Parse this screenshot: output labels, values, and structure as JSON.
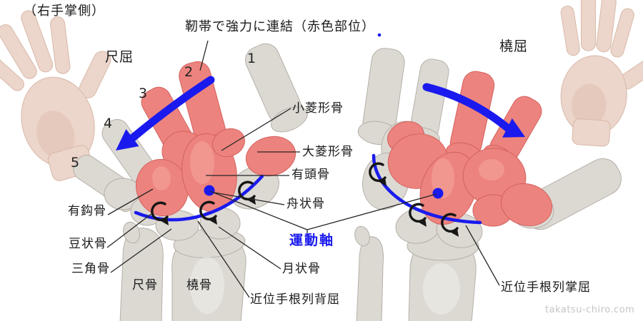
{
  "header": {
    "view_side": "（右手掌側）",
    "ligament_note": "靭帯で強力に連結",
    "ligament_note_red": "（赤色部位）"
  },
  "motion": {
    "ulnar": "尺屈",
    "radial": "橈屈",
    "axis": "運動軸"
  },
  "metacarpal_numbers": [
    "1",
    "2",
    "3",
    "4",
    "5"
  ],
  "bones": {
    "trapezoid": "小菱形骨",
    "trapezium": "大菱形骨",
    "capitate": "有頭骨",
    "scaphoid": "舟状骨",
    "hamate": "有鈎骨",
    "pisiform": "豆状骨",
    "triquetrum": "三角骨",
    "lunate": "月状骨",
    "ulna": "尺骨",
    "radius": "橈骨"
  },
  "motion_notes": {
    "proximal_row_dorsiflexion": "近位手根列背屈",
    "proximal_row_palmarflexion": "近位手根列掌屈"
  },
  "watermark": "takatsu-chiro.com",
  "colors": {
    "highlight_red": "#ed837e",
    "bone_gray": "#dcd9d3",
    "ink_blue": "#1a1aee",
    "red_text": "#e83030",
    "label_black": "#1b1b1b",
    "watermark_gray": "#c5c5c5"
  }
}
